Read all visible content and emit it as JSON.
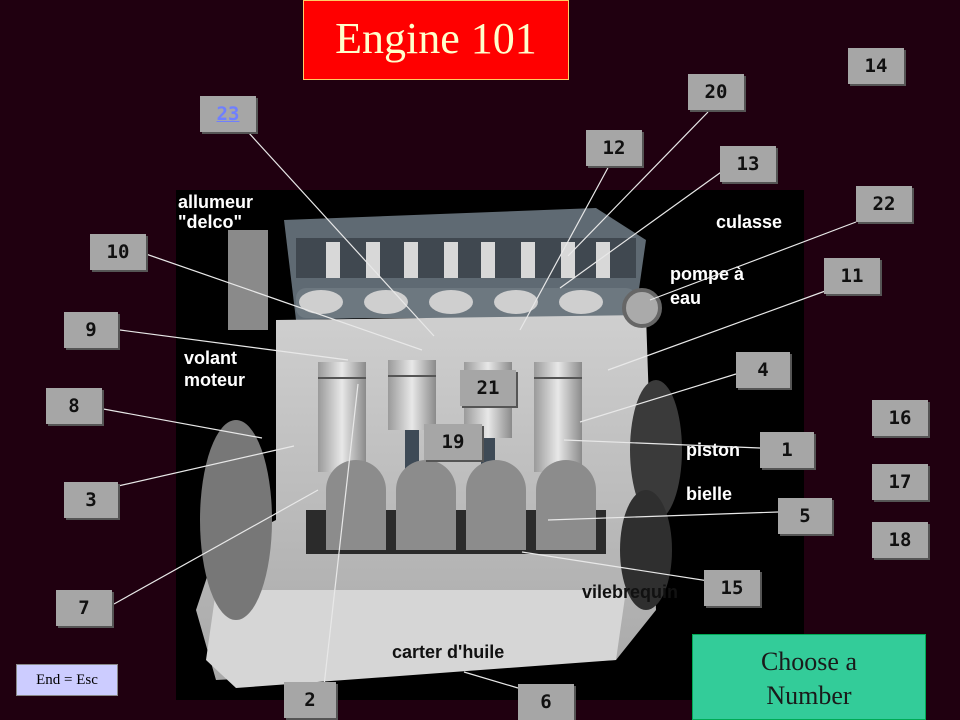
{
  "title": "Engine 101",
  "numbers": [
    "1",
    "2",
    "3",
    "4",
    "5",
    "6",
    "7",
    "8",
    "9",
    "10",
    "11",
    "12",
    "13",
    "14",
    "15",
    "16",
    "17",
    "18",
    "19",
    "20",
    "21",
    "22",
    "23"
  ],
  "engine_labels": {
    "allumeur": "allumeur",
    "delco": "\"delco\"",
    "culasse": "culasse",
    "pompe": "pompe à",
    "eau": "eau",
    "volant": "volant",
    "moteur": "moteur",
    "piston": "piston",
    "bielle": "bielle",
    "vilebrequin": "vilebrequin",
    "carter": "carter d'huile"
  },
  "choose_line1": "Choose a",
  "choose_line2": "Number",
  "esc_label": "End = Esc",
  "colors": {
    "background": "#200010",
    "title_bg": "#ff0000",
    "title_text": "#ffffcc",
    "number_box": "#a6a6a6",
    "choose_bg": "#33cc99",
    "esc_bg": "#ccccff"
  }
}
